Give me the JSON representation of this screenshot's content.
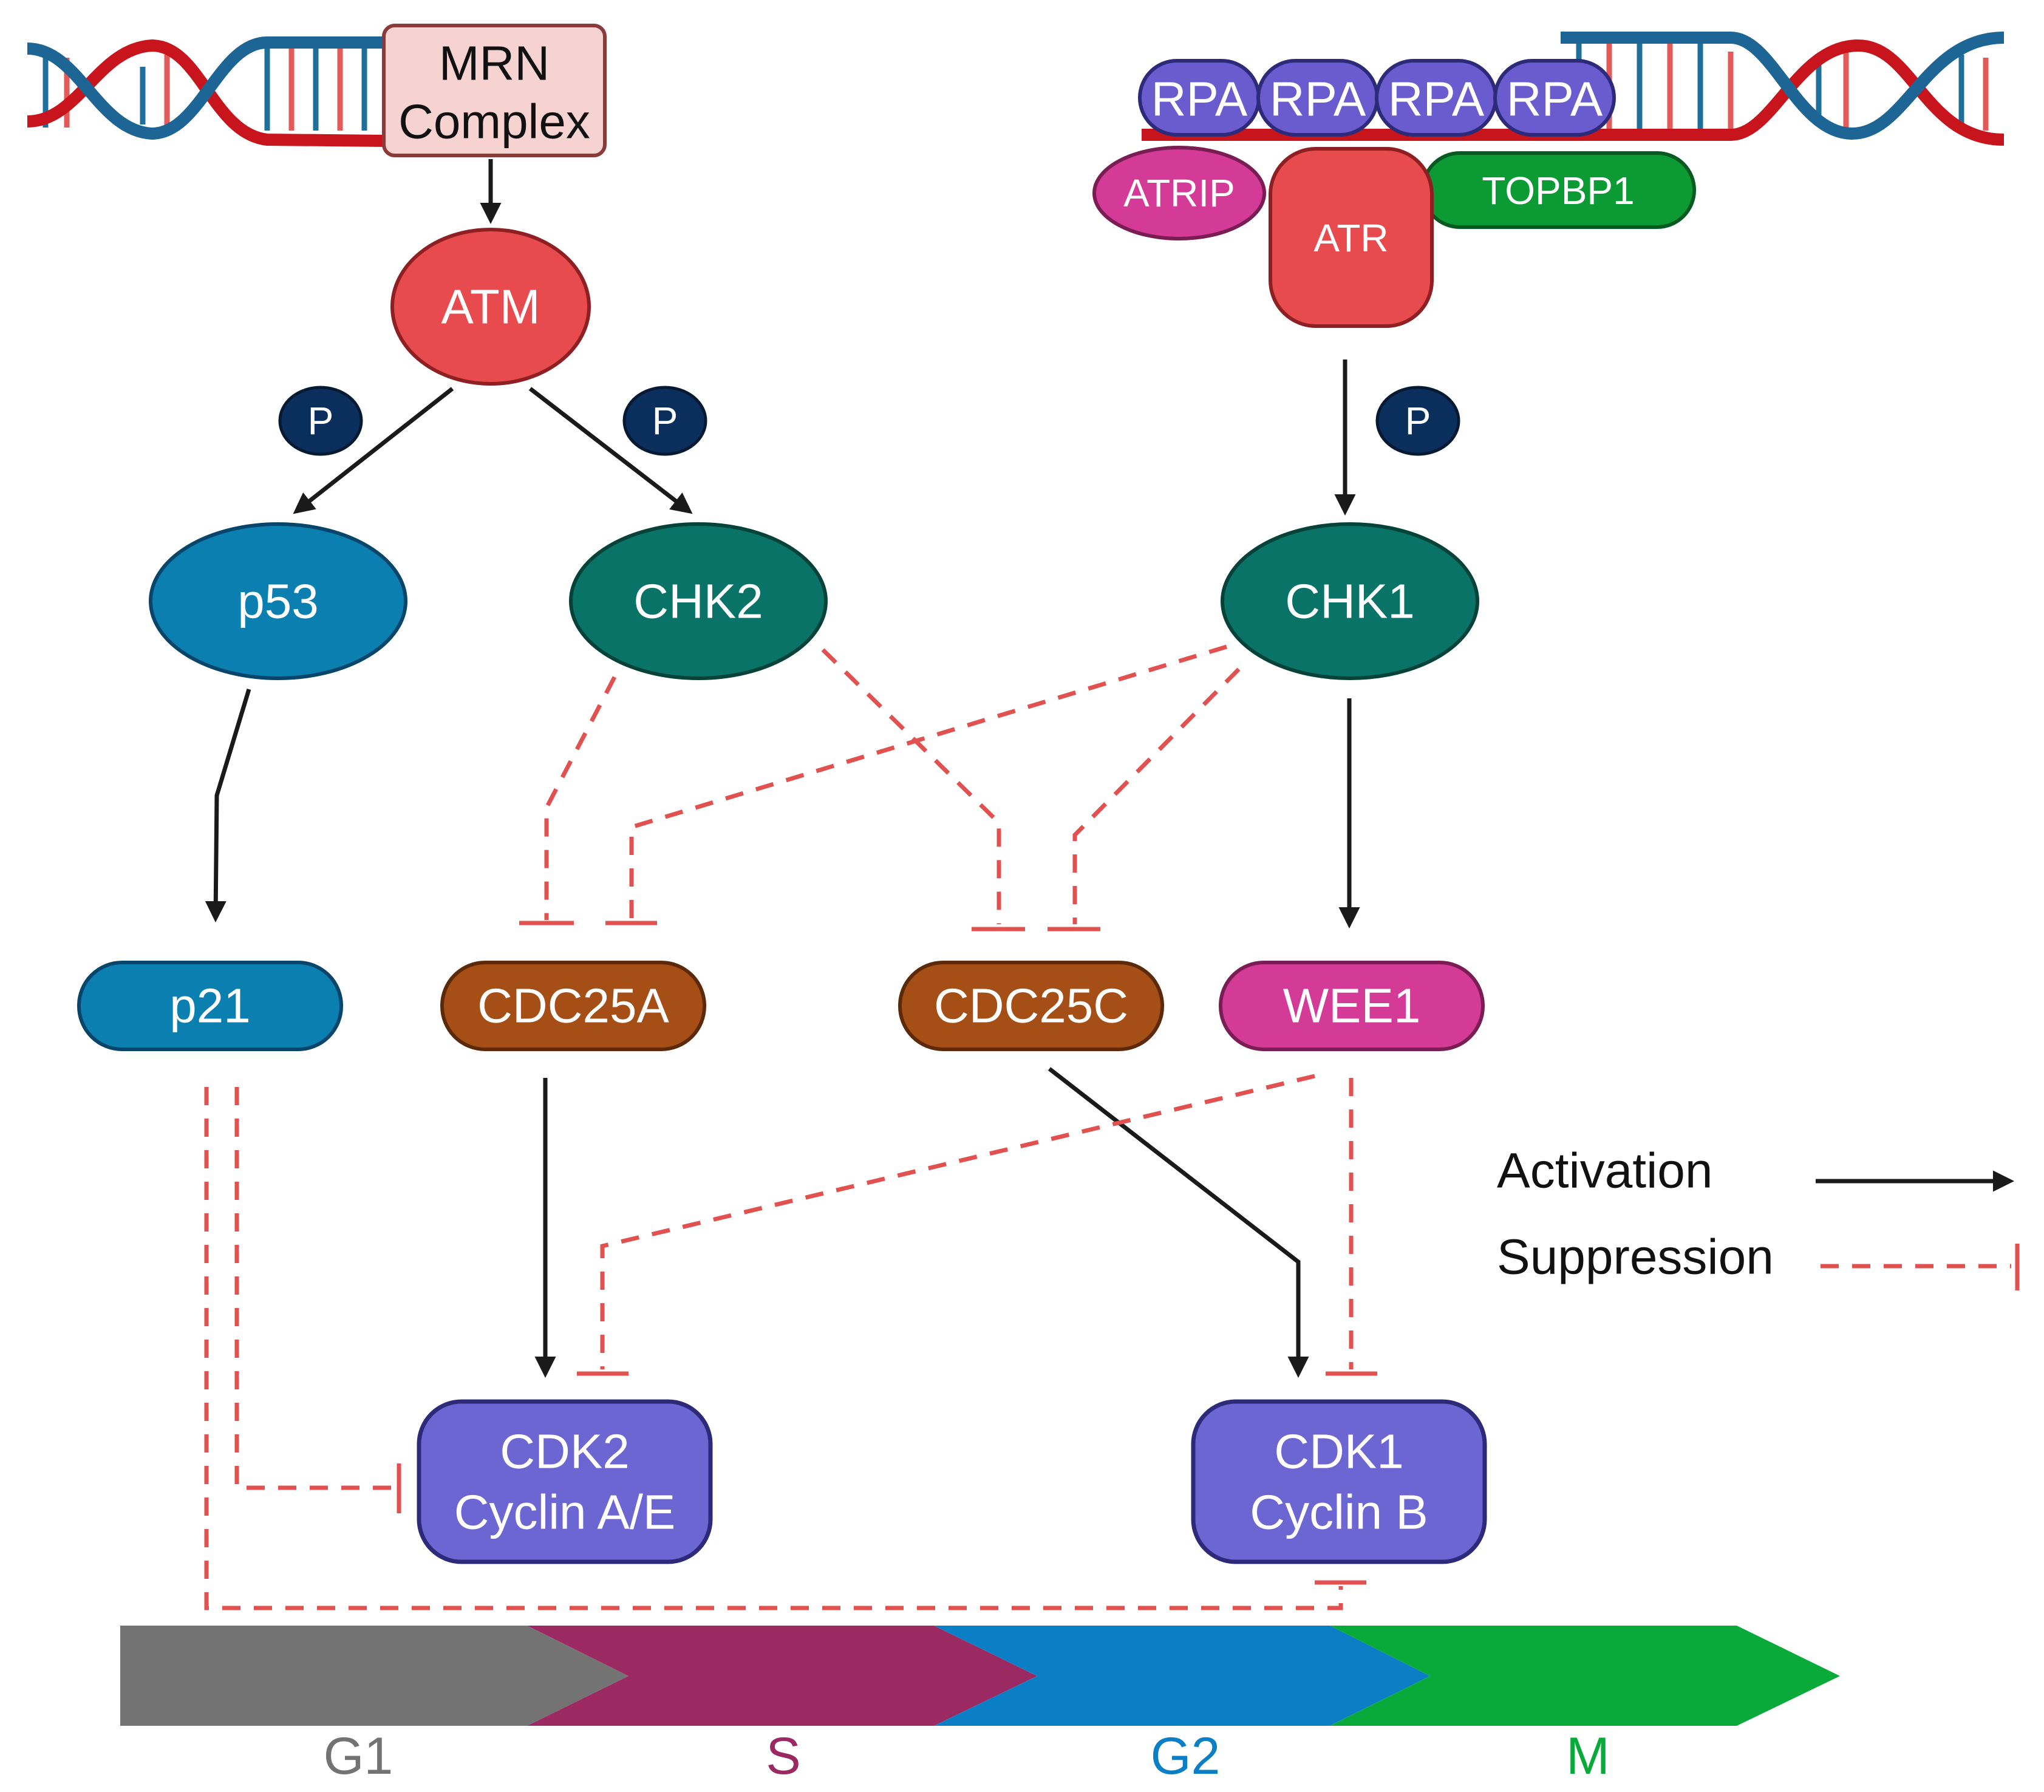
{
  "nodes": {
    "mrn": [
      "MRN",
      "Complex"
    ],
    "atm": "ATM",
    "p_label": "P",
    "p53": "p53",
    "chk2": "CHK2",
    "chk1": "CHK1",
    "rpa": "RPA",
    "atrip": "ATRIP",
    "atr": "ATR",
    "topbp1": "TOPBP1",
    "p21": "p21",
    "cdc25a": "CDC25A",
    "cdc25c": "CDC25C",
    "wee1": "WEE1",
    "cdk2": [
      "CDK2",
      "Cyclin A/E"
    ],
    "cdk1": [
      "CDK1",
      "Cyclin B"
    ]
  },
  "legend": {
    "activation": "Activation",
    "suppression": "Suppression"
  },
  "phases": [
    {
      "label": "G1",
      "color": "#737373"
    },
    {
      "label": "S",
      "color": "#9b2a63"
    },
    {
      "label": "G2",
      "color": "#0a7fc6"
    },
    {
      "label": "M",
      "color": "#0aaa3a"
    }
  ],
  "colors": {
    "atm_atr": "#e84b4d",
    "p53_p21": "#0a7fb0",
    "chk": "#087366",
    "cdc25": "#a54e15",
    "wee1_atrip": "#d43b96",
    "cdk": "#6c66d3",
    "rpa": "#6a5ccf",
    "topbp1": "#0c9a35",
    "phospho": "#0b2f5c",
    "activation": "#1a1a1a",
    "suppression": "#e0514f"
  }
}
